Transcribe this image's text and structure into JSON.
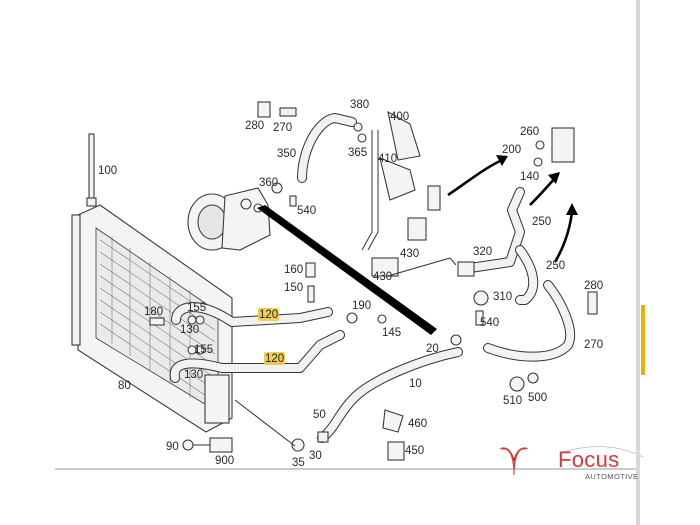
{
  "diagram": {
    "callouts": [
      "100",
      "80",
      "90",
      "900",
      "155",
      "130",
      "180",
      "155",
      "130",
      "120",
      "120",
      "160",
      "150",
      "190",
      "145",
      "280",
      "270",
      "350",
      "360",
      "540",
      "380",
      "365",
      "400",
      "410",
      "430",
      "430",
      "320",
      "310",
      "540",
      "20",
      "10",
      "50",
      "35",
      "30",
      "460",
      "450",
      "260",
      "200",
      "140",
      "250",
      "250",
      "280",
      "270",
      "510",
      "500"
    ]
  },
  "brand": {
    "name": "Focus",
    "subtitle": "AUTOMOTIVE"
  },
  "colors": {
    "highlight": "#f2c94c",
    "brand_red": "#d83a3a",
    "scroll_accent": "#f0b000"
  }
}
